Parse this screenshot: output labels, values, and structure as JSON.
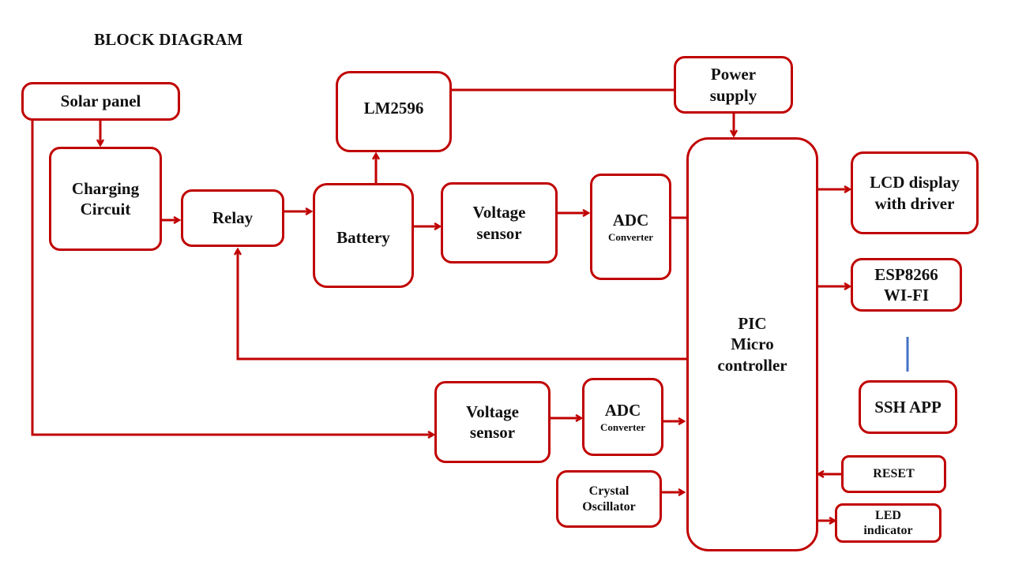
{
  "title": "BLOCK DIAGRAM",
  "colors": {
    "wire": "#c00000",
    "link": "#4472c4",
    "text": "#111111"
  },
  "blocks": {
    "solar_panel": {
      "line1": "Solar panel"
    },
    "charging_circuit": {
      "line1": "Charging",
      "line2": "Circuit"
    },
    "relay": {
      "line1": "Relay"
    },
    "lm2596": {
      "line1": "LM2596"
    },
    "battery": {
      "line1": "Battery"
    },
    "voltage_sensor_1": {
      "line1": "Voltage",
      "line2": "sensor"
    },
    "adc_1": {
      "line1": "ADC",
      "line2": "Converter"
    },
    "power_supply": {
      "line1": "Power",
      "line2": "supply"
    },
    "pic": {
      "line1": "PIC",
      "line2": "Micro",
      "line3": "controller"
    },
    "lcd": {
      "line1": "LCD display",
      "line2": "with driver"
    },
    "esp": {
      "line1": "ESP8266",
      "line2": "WI-FI"
    },
    "ssh": {
      "line1": "SSH APP"
    },
    "voltage_sensor_2": {
      "line1": "Voltage",
      "line2": "sensor"
    },
    "adc_2": {
      "line1": "ADC",
      "line2": "Converter"
    },
    "crystal": {
      "line1": "Crystal",
      "line2": "Oscillator"
    },
    "reset": {
      "line1": "RESET"
    },
    "led": {
      "line1": "LED",
      "line2": "indicator"
    }
  },
  "connections": [
    {
      "from": "Solar panel",
      "to": "Charging Circuit"
    },
    {
      "from": "Charging Circuit",
      "to": "Relay"
    },
    {
      "from": "Relay",
      "to": "Battery"
    },
    {
      "from": "Battery",
      "to": "LM2596"
    },
    {
      "from": "Battery",
      "to": "Voltage sensor"
    },
    {
      "from": "Voltage sensor",
      "to": "ADC Converter"
    },
    {
      "from": "ADC Converter",
      "to": "PIC Micro controller"
    },
    {
      "from": "LM2596",
      "to": "Power supply"
    },
    {
      "from": "Power supply",
      "to": "PIC Micro controller"
    },
    {
      "from": "PIC Micro controller",
      "to": "LCD display with driver"
    },
    {
      "from": "PIC Micro controller",
      "to": "ESP8266 WI-FI"
    },
    {
      "from": "ESP8266 WI-FI",
      "to": "SSH APP"
    },
    {
      "from": "PIC Micro controller",
      "to": "Relay"
    },
    {
      "from": "Solar panel",
      "to": "Voltage sensor (2)"
    },
    {
      "from": "Voltage sensor (2)",
      "to": "ADC Converter (2)"
    },
    {
      "from": "ADC Converter (2)",
      "to": "PIC Micro controller"
    },
    {
      "from": "Crystal Oscillator",
      "to": "PIC Micro controller"
    },
    {
      "from": "RESET",
      "to": "PIC Micro controller"
    },
    {
      "from": "PIC Micro controller",
      "to": "LED indicator"
    }
  ]
}
